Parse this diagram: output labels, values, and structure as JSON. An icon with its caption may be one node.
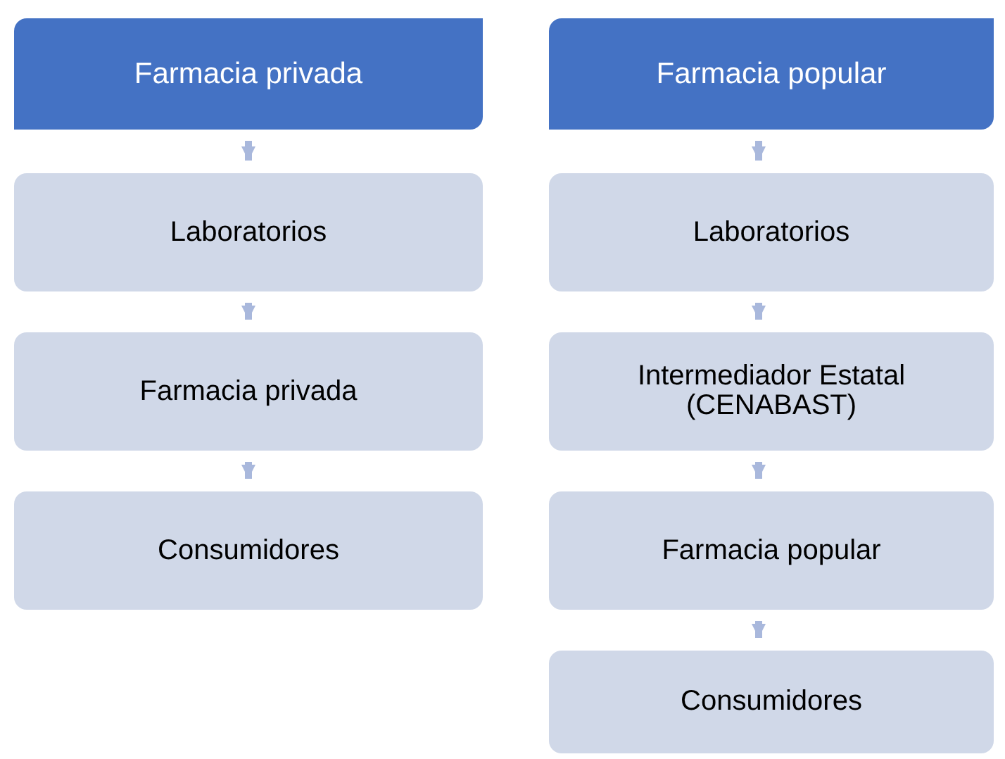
{
  "diagram": {
    "nodes": [
      {
        "text": [
          "Farmacia privada"
        ]
      },
      {
        "text": [
          "Laboratorios"
        ]
      },
      {
        "text": [
          "Farmacia privada"
        ]
      },
      {
        "text": [
          "Consumidores"
        ]
      },
      {
        "text": [
          "Farmacia popular"
        ]
      },
      {
        "text": [
          "Laboratorios"
        ]
      },
      {
        "text": [
          "Intermediador Estatal (CENABAST)"
        ]
      },
      {
        "text": [
          "Farmacia popular"
        ]
      },
      {
        "text": [
          "Consumidores"
        ]
      }
    ],
    "edges": [
      {
        "from": 0,
        "to": 1,
        "arrow": "to"
      },
      {
        "from": 1,
        "to": 2,
        "arrow": "to"
      },
      {
        "from": 2,
        "to": 3,
        "arrow": "to"
      },
      {
        "from": 4,
        "to": 5,
        "arrow": "to"
      },
      {
        "from": 5,
        "to": 6,
        "arrow": "to"
      },
      {
        "from": 6,
        "to": 7,
        "arrow": "to"
      },
      {
        "from": 7,
        "to": 8,
        "arrow": "to"
      }
    ]
  }
}
